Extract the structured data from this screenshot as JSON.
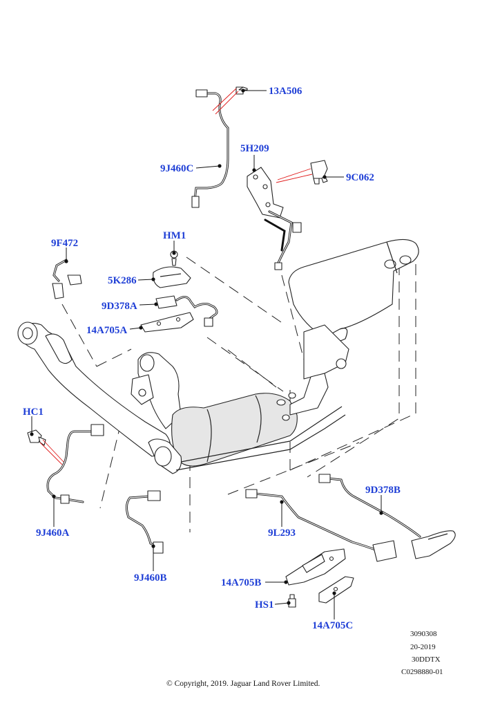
{
  "callouts": {
    "c13A506": "13A506",
    "c5H209": "5H209",
    "c9J460C": "9J460C",
    "c9C062": "9C062",
    "c9F472": "9F472",
    "cHM1": "HM1",
    "c5K286": "5K286",
    "c9D378A": "9D378A",
    "c14A705A": "14A705A",
    "cHC1": "HC1",
    "c9D378B": "9D378B",
    "c9J460A": "9J460A",
    "c9L293": "9L293",
    "c14A705B": "14A705B",
    "cHS1": "HS1",
    "c9J460B": "9J460B",
    "c14A705C": "14A705C"
  },
  "footer": {
    "ref1": "3090308",
    "ref2": "20-2019",
    "ref3": "30DDTX",
    "ref4": "C0298880-01",
    "copyright": "© Copyright, 2019. Jaguar Land Rover Limited."
  }
}
